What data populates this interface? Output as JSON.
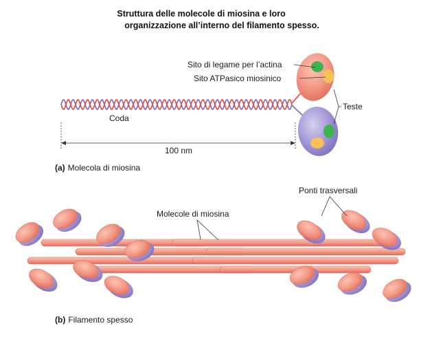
{
  "title": {
    "line1": "Struttura delle molecole di miosina e loro",
    "line2": "organizzazione all’interno del  filamento spesso."
  },
  "panel_a": {
    "tag": "(a)",
    "caption": "Molecola di miosina",
    "labels": {
      "actin_site": "Sito di legame per l’actina",
      "atpase_site": "Sito ATPasico miosinico",
      "heads": "Teste",
      "tail": "Coda",
      "length": "100 nm"
    }
  },
  "panel_b": {
    "tag": "(b)",
    "caption": "Filamento spesso",
    "labels": {
      "cross_bridges": "Ponti trasversali",
      "myosin_molecules": "Molecole di miosina"
    }
  },
  "colors": {
    "head_salmon": "#f08c7a",
    "head_purple": "#9c8fd0",
    "actin_site_green": "#3fb34f",
    "atpase_site_yellow": "#f6c15a",
    "coil_red": "#e0574a",
    "coil_violet": "#8a6fc0"
  }
}
